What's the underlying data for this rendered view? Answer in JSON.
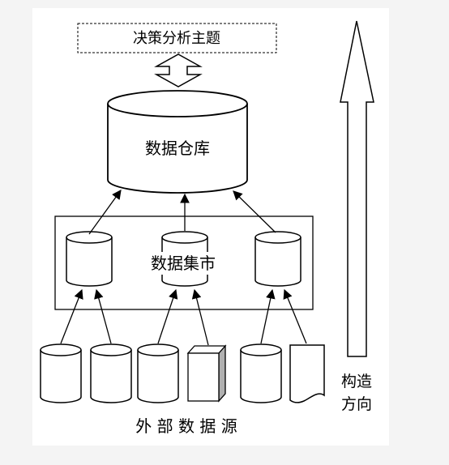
{
  "diagram": {
    "top_box_label": "决策分析主题",
    "warehouse_label": "数据仓库",
    "datamart_label": "数据集市",
    "sources_label": "外 部 数 据 源",
    "direction_label_line1": "构造",
    "direction_label_line2": "方向",
    "colors": {
      "background": "#f4f4f4",
      "panel": "#ffffff",
      "stroke": "#000000",
      "cube_side": "#b0b0b0"
    }
  }
}
